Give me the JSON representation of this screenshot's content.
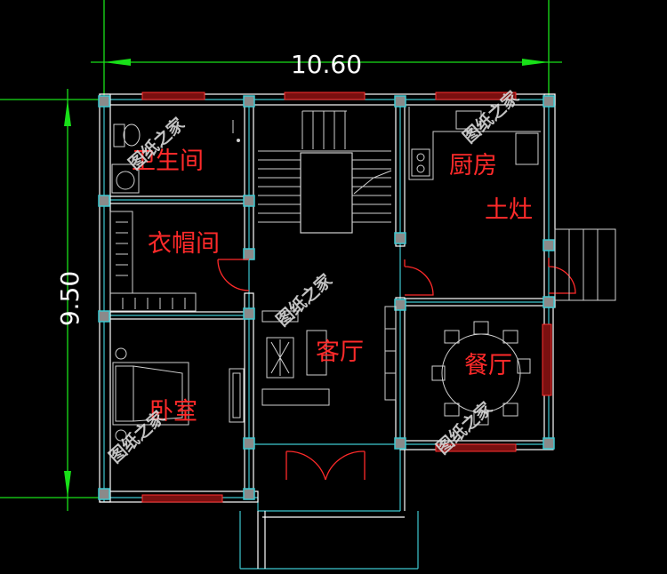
{
  "dimensions": {
    "width_label": "10.60",
    "height_label": "9.50"
  },
  "rooms": {
    "bathroom": "卫生间",
    "cloakroom": "衣帽间",
    "bedroom": "卧室",
    "living": "客厅",
    "kitchen": "厨房",
    "stove": "土灶",
    "dining": "餐厅"
  },
  "watermark": "图纸之家",
  "colors": {
    "background": "#000000",
    "dimension_lines": "#18e018",
    "walls": "#ffffff",
    "axis_lines": "#3ec8d0",
    "room_labels": "#ff2a2a",
    "windows": "#ff3030"
  }
}
